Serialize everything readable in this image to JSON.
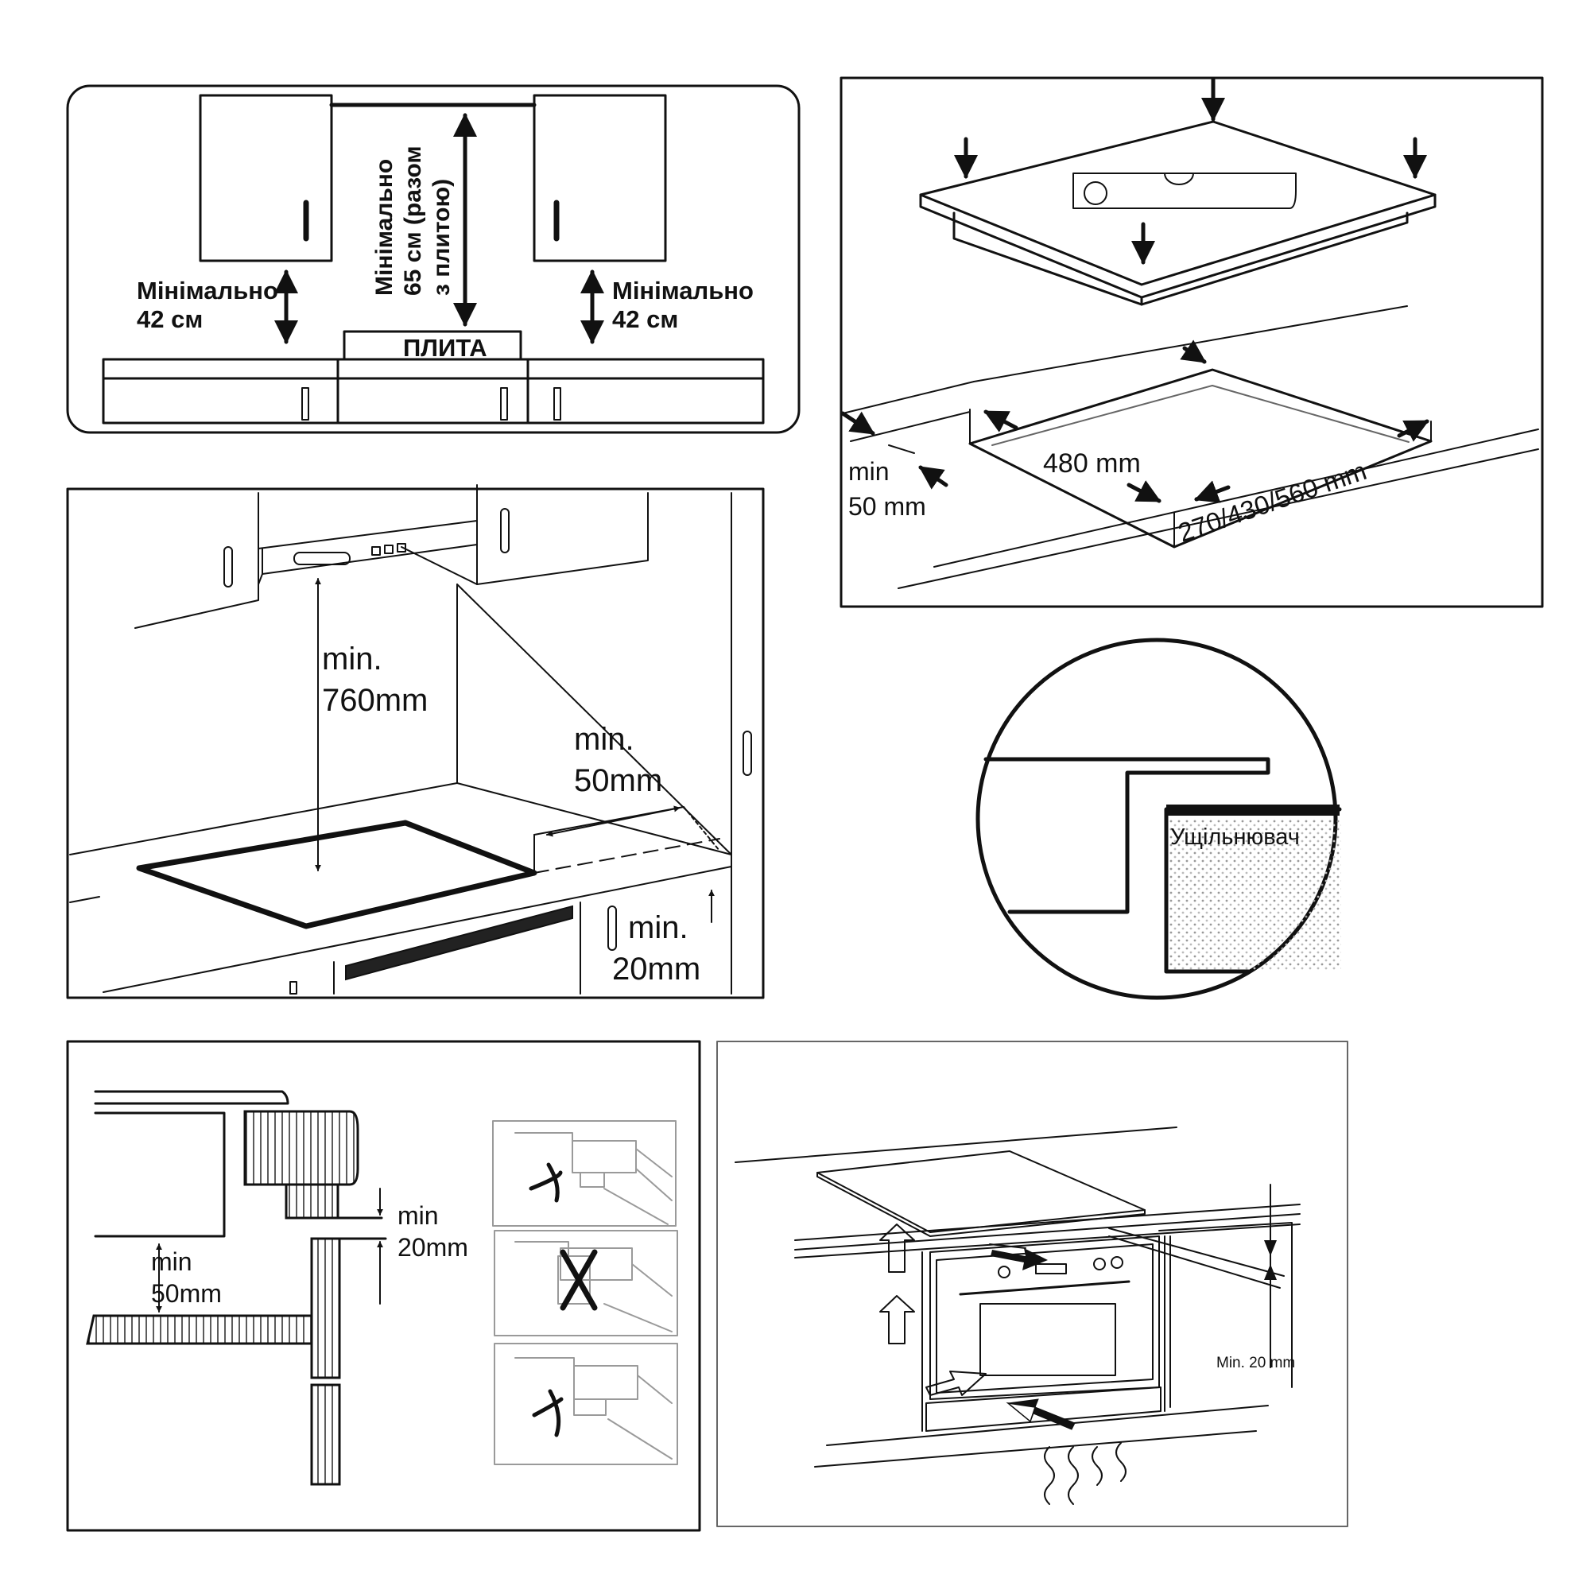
{
  "panel_clearance": {
    "left_label_line1": "Мінімально",
    "left_label_line2": "42 см",
    "right_label_line1": "Мінімально",
    "right_label_line2": "42 см",
    "center_label_line1": "Мінімально",
    "center_label_line2": "65 см (разом",
    "center_label_line3": "з плитою)",
    "hob_label": "ПЛИТА"
  },
  "panel_cutout": {
    "side_min_line1": "min",
    "side_min_line2": "50 mm",
    "depth": "480 mm",
    "widths": "270/430/560 mm"
  },
  "panel_hood": {
    "height_line1": "min.",
    "height_line2": "760mm",
    "wall_line1": "min.",
    "wall_line2": "50mm",
    "under_line1": "min.",
    "under_line2": "20mm"
  },
  "panel_seal": {
    "seal_label": "Ущільнювач"
  },
  "panel_section": {
    "left_line1": "min",
    "left_line2": "50mm",
    "right_line1": "min",
    "right_line2": "20mm"
  },
  "panel_oven": {
    "gap_label": "Min. 20 mm"
  }
}
